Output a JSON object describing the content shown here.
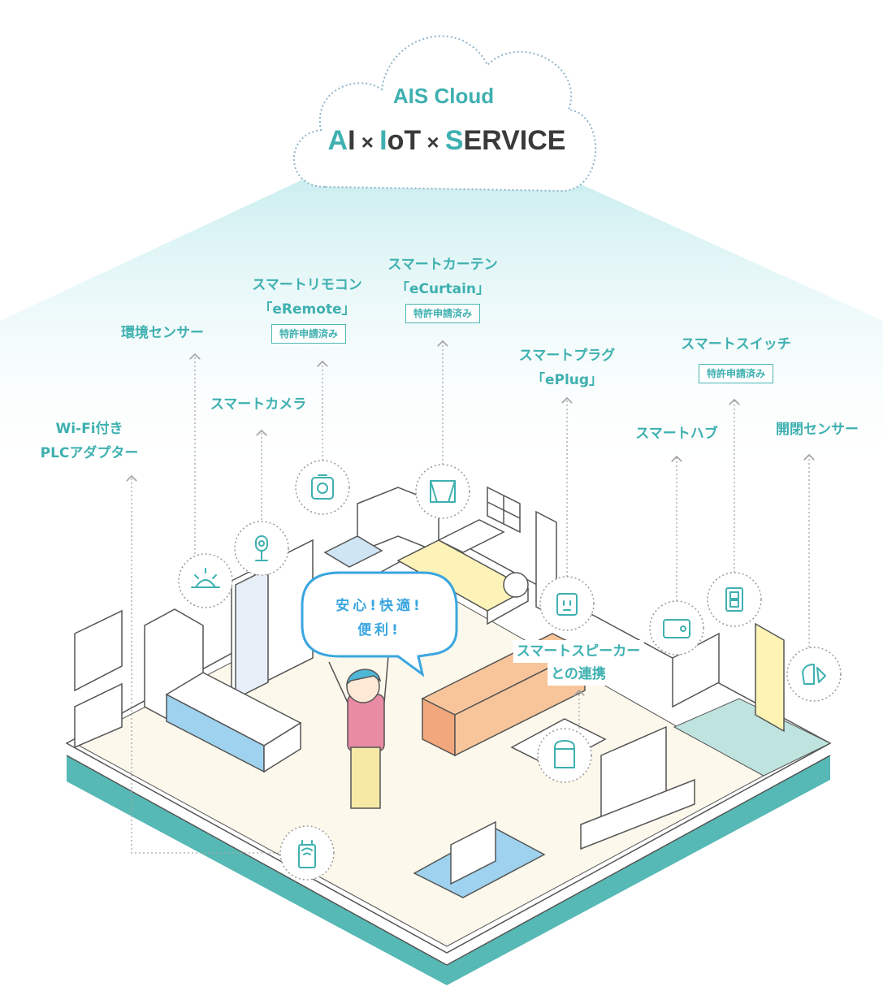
{
  "cloud": {
    "title": "AIS Cloud",
    "tagline": {
      "a1": "A",
      "a2": "I",
      "x1": " × ",
      "b1": "I",
      "b2": "oT",
      "x2": " × ",
      "c1": "S",
      "c2": "ERVICE"
    }
  },
  "bubble": {
    "line1": "安心!快適!",
    "line2": "便利!"
  },
  "badge_text": "特許申請済み",
  "devices": {
    "plc": {
      "line1": "Wi-Fi付き",
      "line2": "PLCアダプター"
    },
    "env_sensor": {
      "line1": "環境センサー"
    },
    "camera": {
      "line1": "スマートカメラ"
    },
    "remote": {
      "line1": "スマートリモコン",
      "line2": "「eRemote」",
      "badge": "特許申請済み"
    },
    "curtain": {
      "line1": "スマートカーテン",
      "line2": "「eCurtain」",
      "badge": "特許申請済み"
    },
    "plug": {
      "line1": "スマートプラグ",
      "line2": "「ePlug」"
    },
    "hub": {
      "line1": "スマートハブ"
    },
    "switch": {
      "line1": "スマートスイッチ",
      "badge": "特許申請済み"
    },
    "door_sensor": {
      "line1": "開閉センサー"
    },
    "speaker": {
      "line1": "スマートスピーカー",
      "line2": "との連携"
    }
  },
  "colors": {
    "teal": "#4cb8b6",
    "teal_dark": "#3fb0b0",
    "floor": "#fdf8ec",
    "platform_side": "#56b9b5",
    "bubble_blue": "#3aa6e0",
    "sofa": "#f2a87c",
    "kitchen_blue": "#9ed2ee",
    "shirt_pink": "#ea8ba4",
    "pants_yellow": "#f6e9a6",
    "door_yellow": "#fcf3b5",
    "bed_yellow": "#fdf3b8"
  },
  "icons": [
    "wifi-plc-icon",
    "sun-sensor-icon",
    "camera-icon",
    "remote-icon",
    "curtain-icon",
    "plug-icon",
    "hub-icon",
    "switch-icon",
    "door-sensor-icon",
    "speaker-icon"
  ]
}
